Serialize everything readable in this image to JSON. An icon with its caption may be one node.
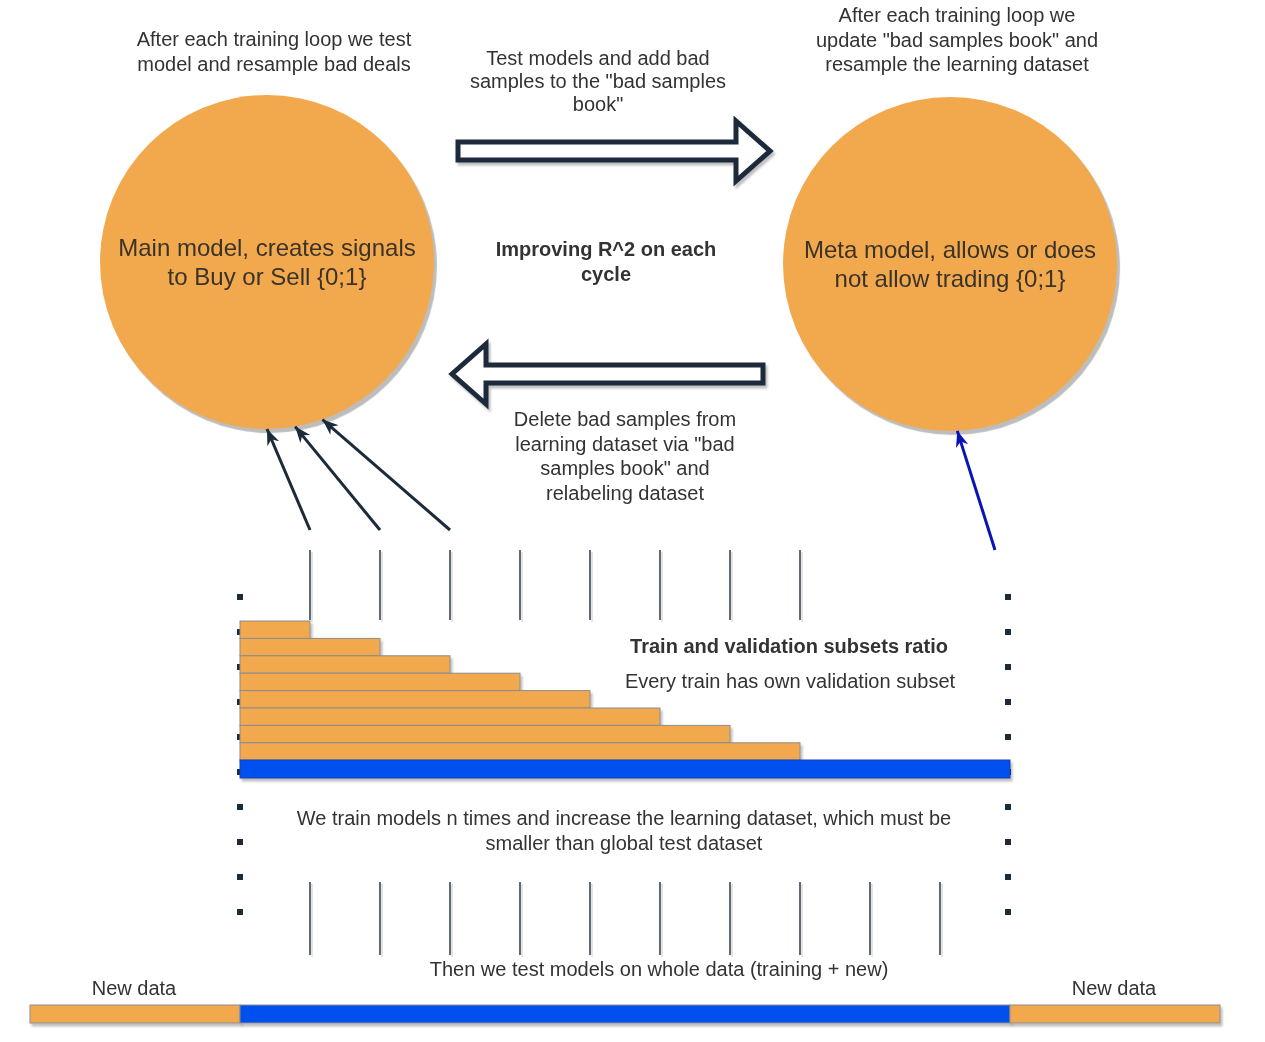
{
  "diagram": {
    "nodes": [
      {
        "text": [
          "Main model, creates signals to Buy or Sell {0;1}"
        ],
        "beside": [
          "After each training loop we test model and resample bad deals"
        ]
      },
      {
        "text": [
          "Meta model, allows or does not allow trading {0;1}"
        ],
        "beside": [
          "After each training loop we update \"bad samples book\" and resample the learning dataset"
        ]
      }
    ],
    "edges": [
      {
        "from": 0,
        "to": 1,
        "arrow": "to",
        "label": "Test models and add bad samples to the \"bad samples book\"",
        "style": "thick"
      },
      {
        "from": 1,
        "to": 0,
        "arrow": "to",
        "label": "Delete bad samples from learning dataset via \"bad samples book\" and relabeling dataset",
        "style": "thick"
      },
      {
        "from": null,
        "to": 0,
        "arrow": "to"
      },
      {
        "from": null,
        "to": 0,
        "arrow": "to"
      },
      {
        "from": null,
        "to": 0,
        "arrow": "to"
      },
      {
        "from": null,
        "to": 1,
        "arrow": "to",
        "color": "#0a14b4"
      }
    ],
    "labels": [
      "Improving R^2 on each cycle",
      "Train and validation subsets ratio",
      "Every train has own validation subset",
      "We train models n times and increase the learning dataset, which must be smaller than global test dataset",
      "Then we test models on whole data (training + new)",
      "New data",
      "New data"
    ]
  }
}
